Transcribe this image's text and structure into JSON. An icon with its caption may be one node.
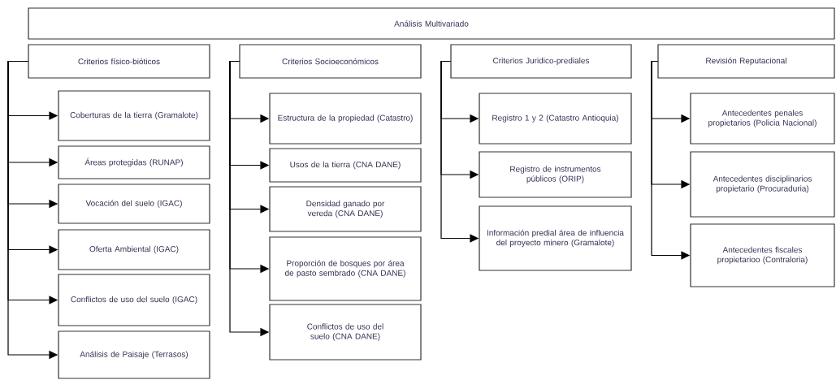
{
  "diagram": {
    "nodes": [
      {
        "text": [
          "Análisis Multivariado"
        ]
      },
      {
        "text": [
          "Criterios físico-bióticos"
        ]
      },
      {
        "text": [
          "Criterios Socioeconómicos"
        ]
      },
      {
        "text": [
          "Criterios Juridico-prediales"
        ]
      },
      {
        "text": [
          "Revisión Reputacional"
        ]
      },
      {
        "text": [
          "Coberturas de la tierra (Gramalote)"
        ]
      },
      {
        "text": [
          "Áreas protegidas (RUNAP)"
        ]
      },
      {
        "text": [
          "Vocación del suelo (IGAC)"
        ]
      },
      {
        "text": [
          "Oferta Ambiental (IGAC)"
        ]
      },
      {
        "text": [
          "Conflictos de uso del suelo (IGAC)"
        ]
      },
      {
        "text": [
          "Análisis de Paisaje (Terrasos)"
        ]
      },
      {
        "text": [
          "Estructura de la propiedad (Catastro)"
        ]
      },
      {
        "text": [
          "Usos de la tierra (CNA DANE)"
        ]
      },
      {
        "text": [
          "Densidad ganado por vereda (CNA DANE)"
        ]
      },
      {
        "text": [
          "Proporción de bosques por área de pasto sembrado (CNA DANE)"
        ]
      },
      {
        "text": [
          "Conflictos de uso del suelo (CNA DANE)"
        ]
      },
      {
        "text": [
          "Registro 1 y 2 (Catastro Antioquia)"
        ]
      },
      {
        "text": [
          "Registro de instrumentos públicos (ORIP)"
        ]
      },
      {
        "text": [
          "Información predial área de influencia del proyecto minero (Gramalote)"
        ]
      },
      {
        "text": [
          "Antecedentes penales propietarios (Policia Nacional)"
        ]
      },
      {
        "text": [
          "Antecedentes disciplinarios propietario (Procuraduria)"
        ]
      },
      {
        "text": [
          "Antecedentes fiscales propietarioo (Contraloria)"
        ]
      }
    ],
    "edges": [
      {
        "from": 1,
        "to": 5,
        "arrow": "to"
      },
      {
        "from": 1,
        "to": 6,
        "arrow": "to"
      },
      {
        "from": 1,
        "to": 7,
        "arrow": "to"
      },
      {
        "from": 1,
        "to": 8,
        "arrow": "to"
      },
      {
        "from": 1,
        "to": 9,
        "arrow": "to"
      },
      {
        "from": 1,
        "to": 10,
        "arrow": "to"
      },
      {
        "from": 2,
        "to": 11,
        "arrow": "to"
      },
      {
        "from": 2,
        "to": 12,
        "arrow": "to"
      },
      {
        "from": 2,
        "to": 13,
        "arrow": "to"
      },
      {
        "from": 2,
        "to": 14,
        "arrow": "to"
      },
      {
        "from": 2,
        "to": 15,
        "arrow": "to"
      },
      {
        "from": 3,
        "to": 16,
        "arrow": "to"
      },
      {
        "from": 3,
        "to": 17,
        "arrow": "to"
      },
      {
        "from": 3,
        "to": 18,
        "arrow": "to"
      },
      {
        "from": 4,
        "to": 19,
        "arrow": "to"
      },
      {
        "from": 4,
        "to": 20,
        "arrow": "to"
      },
      {
        "from": 4,
        "to": 21,
        "arrow": "to"
      }
    ]
  }
}
